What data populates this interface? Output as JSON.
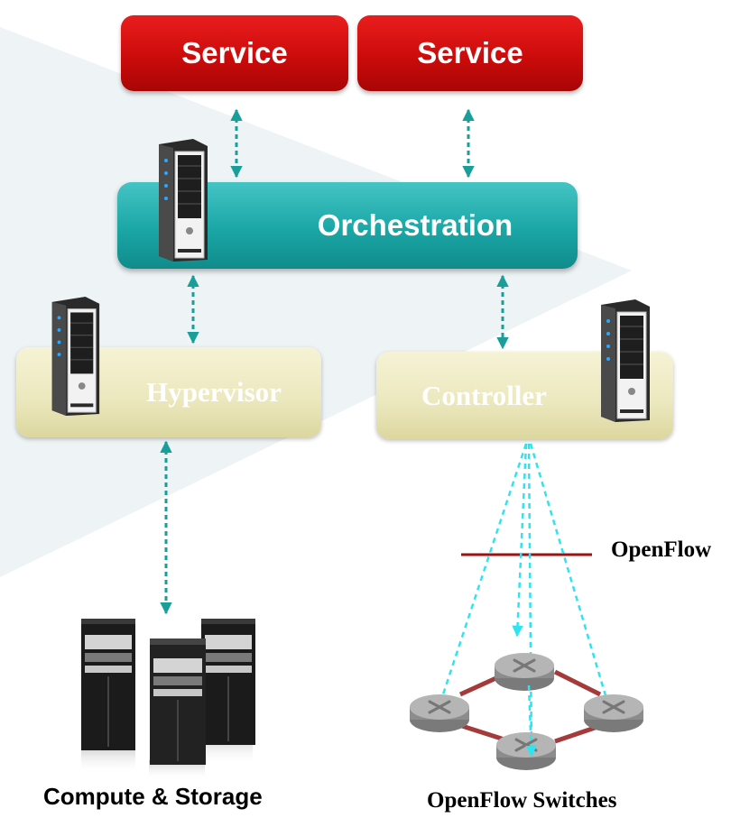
{
  "services": [
    {
      "label": "Service"
    },
    {
      "label": "Service"
    }
  ],
  "orchestration": {
    "label": "Orchestration"
  },
  "hypervisor": {
    "label": "Hypervisor"
  },
  "controller": {
    "label": "Controller"
  },
  "protocol_label": "OpenFlow",
  "captions": {
    "compute_storage": "Compute & Storage",
    "openflow_switches": "OpenFlow Switches"
  },
  "colors": {
    "service": "#cc0b0b",
    "orchestration": "#1ba6a6",
    "node": "#ebe7bd",
    "arrow": "#1a9e9a",
    "openflow_arrow": "#2ee4f0",
    "protocol_line": "#a01010",
    "switch_link": "#a43a3a"
  },
  "icons": {
    "server": "server-tower-icon",
    "rack": "server-rack-icon",
    "switch": "router-switch-icon"
  }
}
